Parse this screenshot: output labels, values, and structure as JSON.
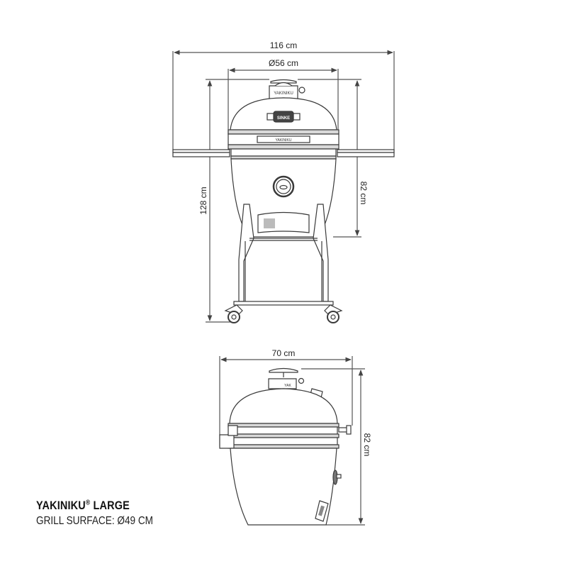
{
  "diagram": {
    "product_name": "YAKINIKU",
    "registered_mark": "®",
    "product_size": "LARGE",
    "grill_surface_label": "GRILL SURFACE: Ø49 CM",
    "front_view": {
      "width_with_tables": "116 cm",
      "dome_diameter": "Ø56 cm",
      "total_height": "128 cm",
      "grill_height": "82 cm",
      "lid_badge": "YAKINIKU",
      "band_badge": "YAKINIKU"
    },
    "side_view": {
      "depth": "70 cm",
      "height": "82 cm",
      "lid_badge": "YAK"
    },
    "colors": {
      "line": "#3a3a3a",
      "dimension_line": "#555555",
      "fill": "#ffffff",
      "band_fill": "#d9d9d9"
    }
  }
}
